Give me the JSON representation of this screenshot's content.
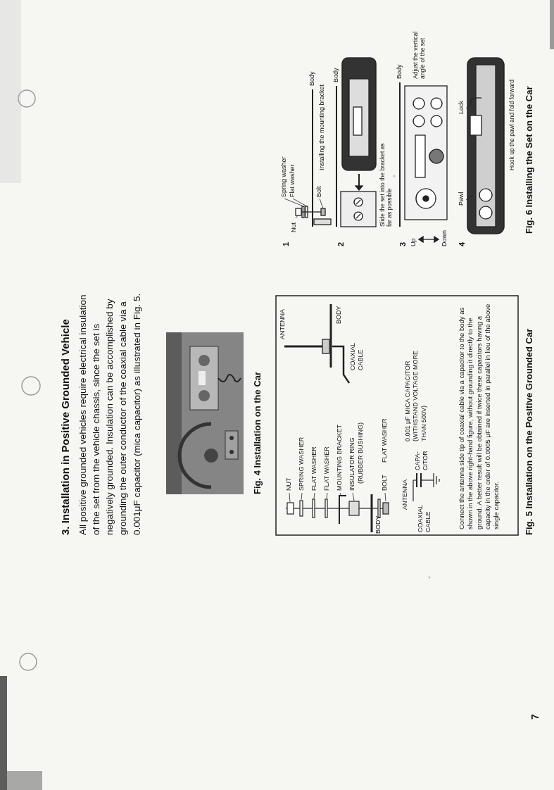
{
  "diagram": {
    "title": "3. Installation in Positive Grounded Vehicle",
    "labels": [
      "All positive grounded vehicles require electrical insulation of the set from the vehicle chassis, since the set is negatively grounded. Insulation can be accomplished by grounding the outer conductor of the coaxial cable via a 0.001μF capacitor (mica capacitor) as illustrated in Fig. 5.",
      "Fig. 4 Installation on the Car",
      "NUT",
      "SPRING WASHER",
      "FLAT WASHER",
      "FLAT WASHER",
      "MOUNTING BRACKET",
      "INSULATOR RING",
      "(RUBBER BUSHING)",
      "BOLT",
      "FLAT WASHER",
      "ANTENNA",
      "BODY",
      "COAXIAL CABLE",
      "BODY",
      "ANTENNA",
      "COAXIAL CABLE",
      "CAPA- CITOR",
      "0.001 μF MICA CAPACITOR (WITHSTAND VOLTAGE MORE THAN 500V)",
      "Connect the antenna side tip of coaxial cable via a capacitor to the body as shown in the above right-hand figure, without grounding it directly to the ground. A better result will be obtained if twice these capacitors having a capacity in the order of 0.0005 μF are inserted in parallel in lieu of the above single capacitor.",
      "Fig. 5 Installation on the Positive Grounded Car",
      "1",
      "Nut",
      "Spring washer",
      "Flat washer",
      "Bolt",
      "Body",
      "Installing the mounting bracket",
      "2",
      "Body",
      "Slide the set into the bracket as far as possible",
      "3",
      "Up",
      "Down",
      "Body",
      "Adjust the vertical angle of the set",
      "4",
      "Lock",
      "Pawl",
      "Hook up the pawl and fold forward",
      "Fig. 6 Installing the Set on the Car",
      "7"
    ]
  }
}
